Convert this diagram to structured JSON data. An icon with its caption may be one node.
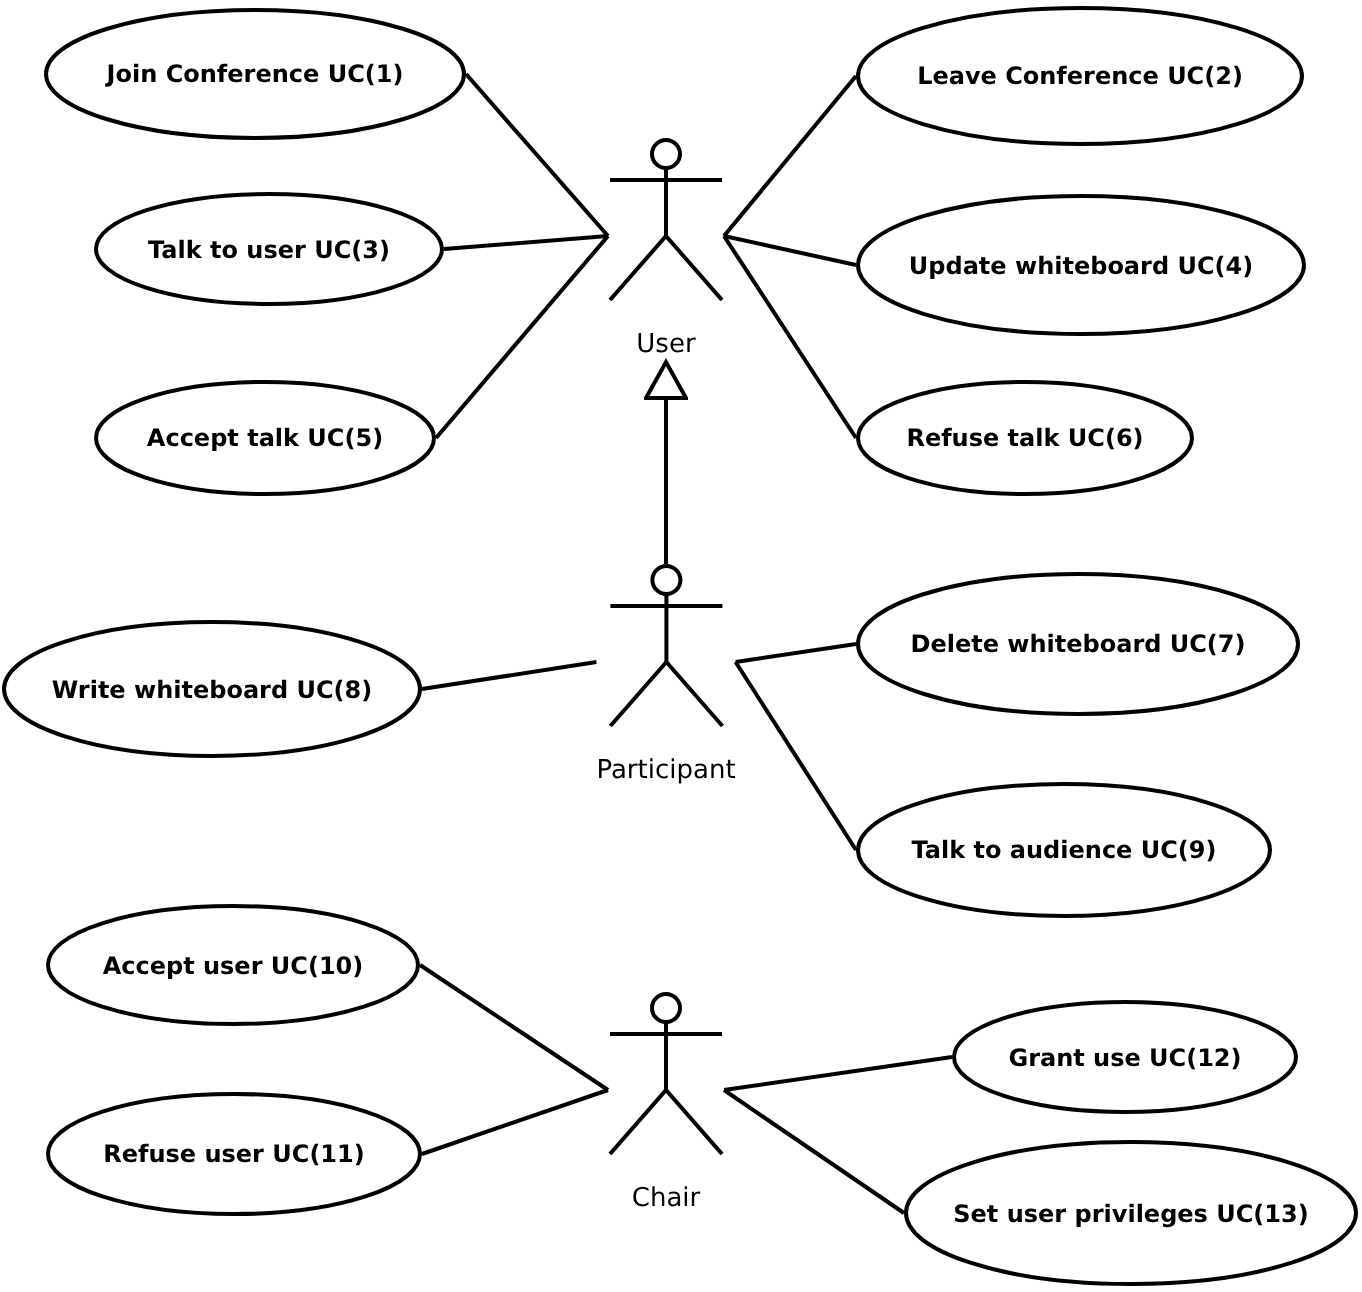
{
  "diagram": {
    "nodes": [
      {
        "text": [
          "Join Conference UC(1)"
        ]
      },
      {
        "text": [
          "Leave Conference UC(2)"
        ]
      },
      {
        "text": [],
        "shape": "person",
        "beside": [
          "User"
        ]
      },
      {
        "text": [
          "Talk to user UC(3)"
        ]
      },
      {
        "text": [
          "Update whiteboard UC(4)"
        ]
      },
      {
        "text": [
          "Accept talk UC(5)"
        ]
      },
      {
        "text": [
          "Refuse talk UC(6)"
        ]
      },
      {
        "text": [],
        "shape": "person",
        "beside": [
          "Participant"
        ]
      },
      {
        "text": [
          "Delete whiteboard UC(7)"
        ]
      },
      {
        "text": [
          "Write whiteboard UC(8)"
        ]
      },
      {
        "text": [
          "Talk to audience UC(9)"
        ]
      },
      {
        "text": [
          "Accept user UC(10)"
        ]
      },
      {
        "text": [],
        "shape": "person",
        "beside": [
          "Chair"
        ]
      },
      {
        "text": [
          "Grant use UC(12)"
        ]
      },
      {
        "text": [
          "Refuse user UC(11)"
        ]
      },
      {
        "text": [
          "Set user privileges UC(13)"
        ]
      }
    ],
    "edges": [
      {
        "from": 2,
        "to": 0,
        "arrow": "none"
      },
      {
        "from": 2,
        "to": 3,
        "arrow": "none"
      },
      {
        "from": 2,
        "to": 5,
        "arrow": "none"
      },
      {
        "from": 2,
        "to": 1,
        "arrow": "none"
      },
      {
        "from": 2,
        "to": 4,
        "arrow": "none"
      },
      {
        "from": 2,
        "to": 6,
        "arrow": "none"
      },
      {
        "from": 7,
        "to": 2,
        "arrow": "to"
      },
      {
        "from": 7,
        "to": 9,
        "arrow": "none"
      },
      {
        "from": 7,
        "to": 8,
        "arrow": "none"
      },
      {
        "from": 7,
        "to": 10,
        "arrow": "none"
      },
      {
        "from": 12,
        "to": 11,
        "arrow": "none"
      },
      {
        "from": 12,
        "to": 14,
        "arrow": "none"
      },
      {
        "from": 12,
        "to": 13,
        "arrow": "none"
      },
      {
        "from": 12,
        "to": 15,
        "arrow": "none"
      }
    ]
  }
}
